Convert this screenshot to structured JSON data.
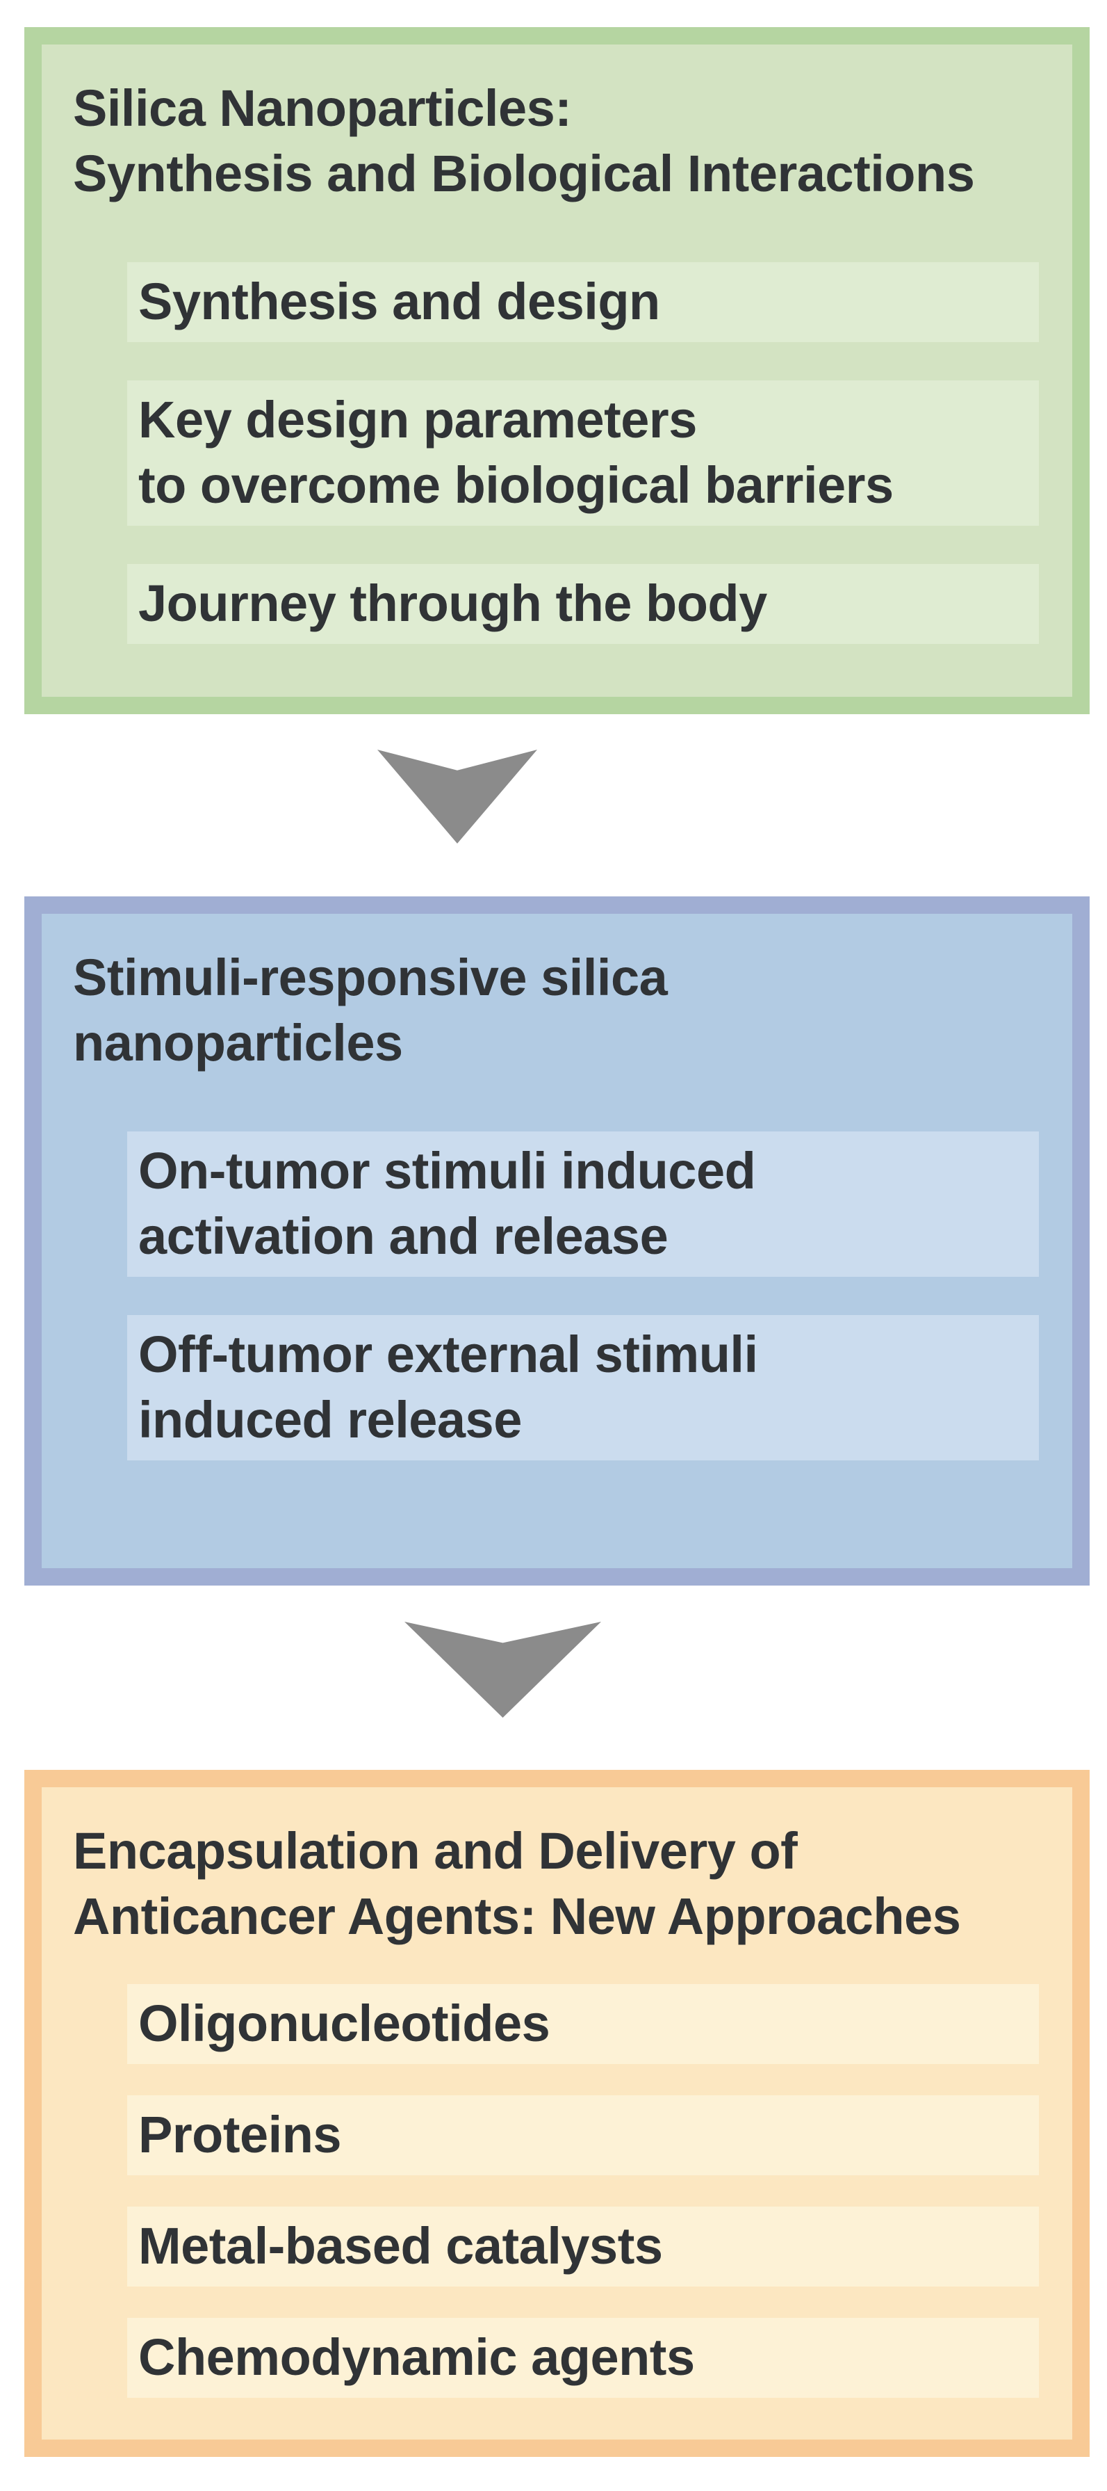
{
  "diagram": {
    "type": "vertical-flowchart",
    "arrow_glyph": "chevron-down",
    "arrow_color": "#8b8b8b",
    "text_color": "#303336"
  },
  "sections": [
    {
      "theme": "green",
      "colors": {
        "border": "#b5d5a1",
        "fill": "#d3e3c2",
        "strip": "#dfecd2"
      },
      "title": "Silica Nanoparticles:\nSynthesis and Biological Interactions",
      "items": [
        {
          "text": "Synthesis and design"
        },
        {
          "text": "Key design parameters\nto overcome biological barriers"
        },
        {
          "text": "Journey through the body"
        }
      ]
    },
    {
      "theme": "blue",
      "colors": {
        "border": "#a0aed3",
        "fill": "#b2cbe3",
        "strip": "#cbdcee"
      },
      "title": "Stimuli-responsive silica\nnanoparticles",
      "items": [
        {
          "text": "On-tumor stimuli induced\nactivation and release"
        },
        {
          "text": "Off-tumor external stimuli\ninduced release"
        }
      ]
    },
    {
      "theme": "orange",
      "colors": {
        "border": "#f8ca96",
        "fill": "#fce7c1",
        "strip": "#fdf2d6"
      },
      "title": "Encapsulation and Delivery of\nAnticancer Agents: New Approaches",
      "items": [
        {
          "text": "Oligonucleotides"
        },
        {
          "text": "Proteins"
        },
        {
          "text": "Metal-based catalysts"
        },
        {
          "text": "Chemodynamic agents"
        }
      ]
    }
  ]
}
